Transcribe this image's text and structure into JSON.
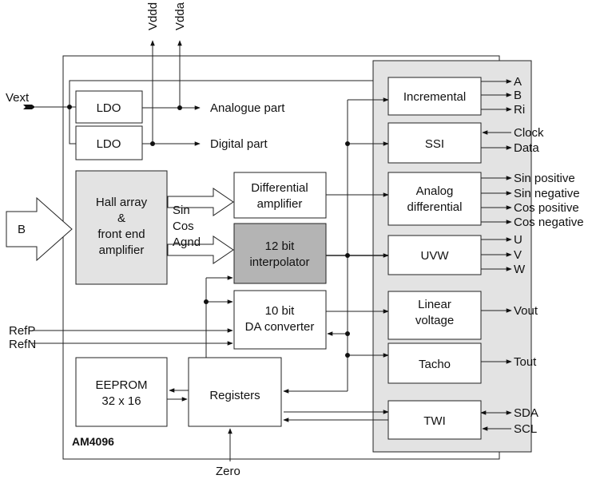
{
  "supplies": {
    "vddd": "Vddd",
    "vdda": "Vdda"
  },
  "inputs": {
    "vext": "Vext",
    "b": "B",
    "refp": "RefP",
    "refn": "RefN",
    "zero": "Zero"
  },
  "chip_name": "AM4096",
  "blocks": {
    "ldo_top": "LDO",
    "ldo_bottom": "LDO",
    "hall": [
      "Hall array",
      "&",
      "front end",
      "amplifier"
    ],
    "diff_amp": [
      "Differential",
      "amplifier"
    ],
    "interp": [
      "12 bit",
      "interpolator"
    ],
    "dac": [
      "10 bit",
      "DA converter"
    ],
    "eeprom": [
      "EEPROM",
      "32 x 16"
    ],
    "registers": "Registers",
    "incremental": "Incremental",
    "ssi": "SSI",
    "analog_diff": [
      "Analog",
      "differential"
    ],
    "uvw": "UVW",
    "linear": [
      "Linear",
      "voltage"
    ],
    "tacho": "Tacho",
    "twi": "TWI"
  },
  "signals": {
    "sin": "Sin",
    "cos": "Cos",
    "agnd": "Agnd"
  },
  "parts": {
    "analogue": "Analogue part",
    "digital": "Digital part"
  },
  "outputs": {
    "a": "A",
    "b": "B",
    "ri": "Ri",
    "clock": "Clock",
    "data": "Data",
    "sin_pos": "Sin positive",
    "sin_neg": "Sin negative",
    "cos_pos": "Cos positive",
    "cos_neg": "Cos negative",
    "u": "U",
    "v": "V",
    "w": "W",
    "vout": "Vout",
    "tout": "Tout",
    "sda": "SDA",
    "scl": "SCL"
  }
}
